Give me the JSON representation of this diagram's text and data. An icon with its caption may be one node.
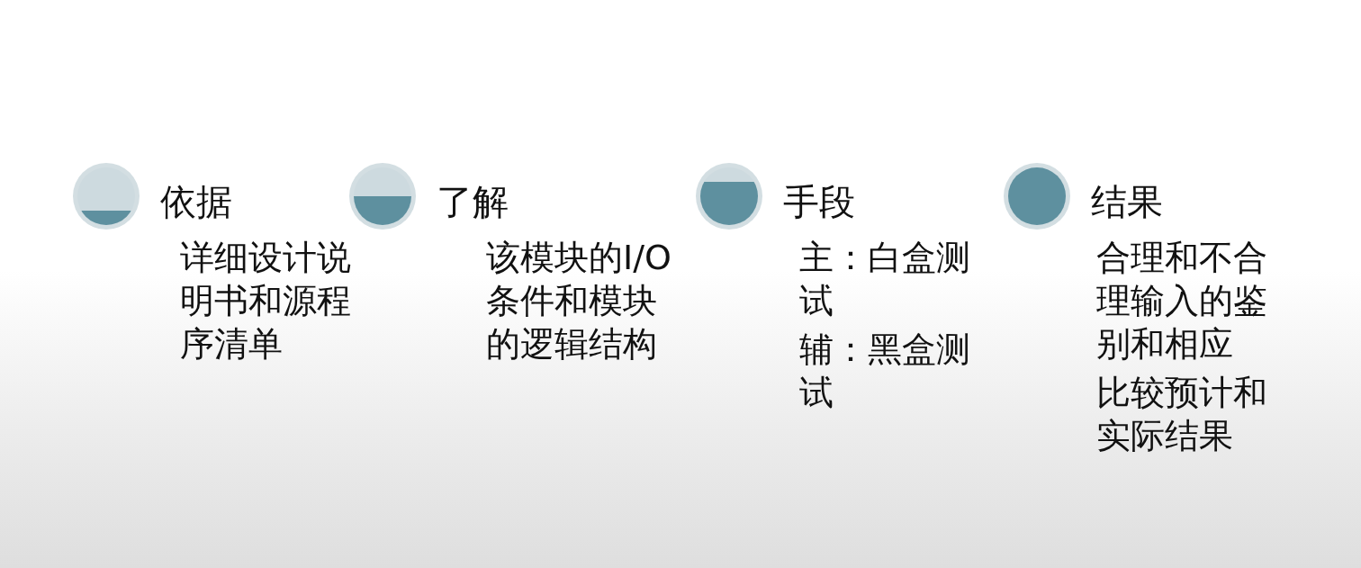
{
  "diagram": {
    "nodes": [
      {
        "text": [
          "依据",
          "详细设计说明书和源程序清单"
        ]
      },
      {
        "text": [
          "了解",
          "该模块的I/O条件和模块的逻辑结构"
        ]
      },
      {
        "text": [
          "手段",
          "主：白盒测试",
          "辅：黑盒测试"
        ]
      },
      {
        "text": [
          "结果",
          "合理和不合理输入的鉴别和相应",
          "比较预计和实际结果"
        ]
      }
    ]
  }
}
